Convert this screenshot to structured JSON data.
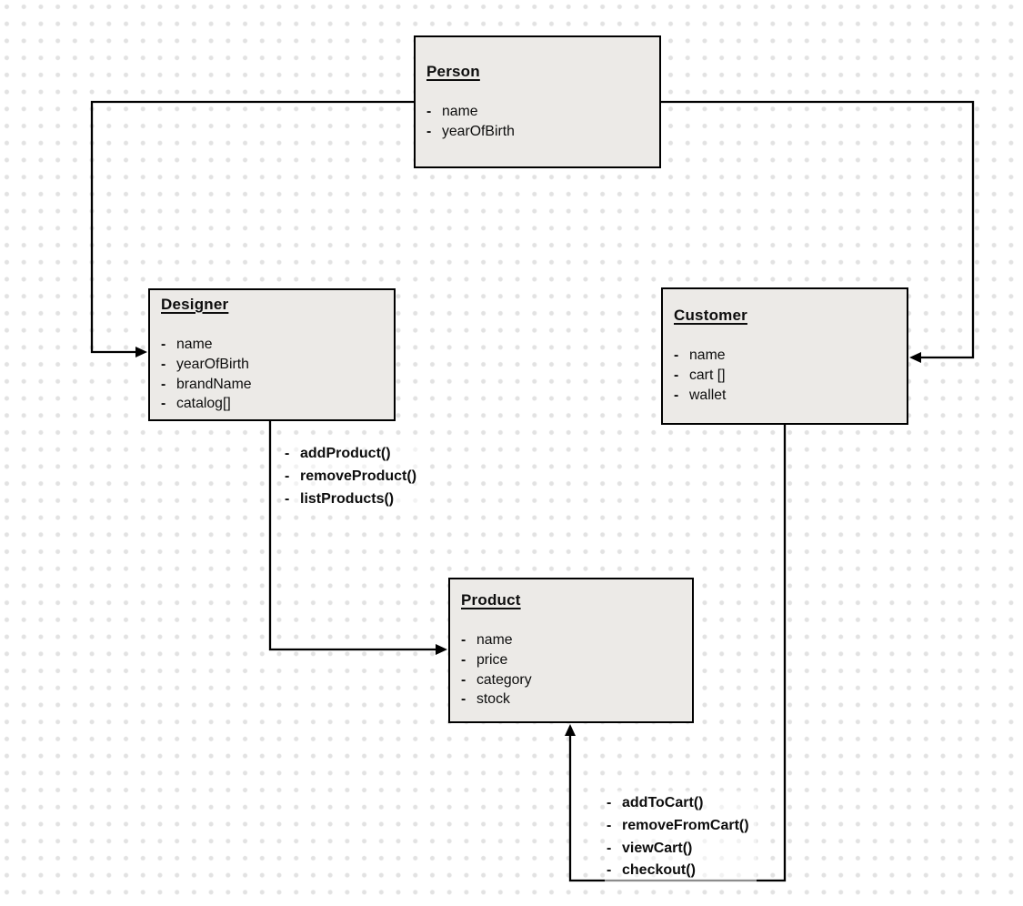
{
  "diagram": {
    "bullet": "-",
    "colors": {
      "canvas_background": "#FFFFFF",
      "dot_grid": "#E2E2E2",
      "box_fill": "#ECEAE7",
      "box_border": "#000000",
      "connector": "#000000",
      "text": "#0D0D0D"
    },
    "classes": {
      "person": {
        "title": "Person",
        "attributes": [
          "name",
          "yearOfBirth"
        ]
      },
      "designer": {
        "title": "Designer",
        "attributes": [
          "name",
          "yearOfBirth",
          "brandName",
          "catalog[]"
        ]
      },
      "customer": {
        "title": "Customer",
        "attributes": [
          "name",
          "cart []",
          "wallet"
        ]
      },
      "product": {
        "title": "Product",
        "attributes": [
          "name",
          "price",
          "category",
          "stock"
        ]
      }
    },
    "methods": {
      "designer": [
        "addProduct()",
        "removeProduct()",
        "listProducts()"
      ],
      "customer": [
        "addToCart()",
        "removeFromCart()",
        "viewCart()",
        "checkout()"
      ]
    }
  }
}
